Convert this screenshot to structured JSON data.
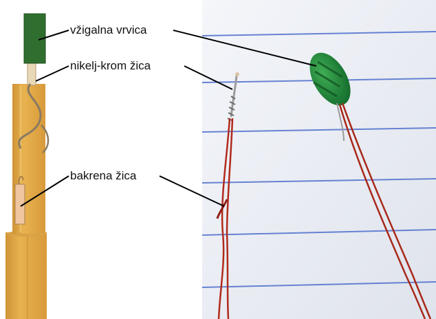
{
  "labels": {
    "igniter": "vžigalna vrvica",
    "nichrome": "nikelj-krom žica",
    "copper": "bakrena žica"
  },
  "colors": {
    "stick": "#e4aa48",
    "stick_shade": "#c98d2e",
    "fuse": "#2f6e2f",
    "copper_wire": "#c33a24",
    "paper": "#eef1f6",
    "paper_lines": "#4f6fcc",
    "leader": "#000000"
  },
  "icons": {
    "left_panel": "model-rocket-igniter-diagram",
    "right_panel": "igniter-photo"
  }
}
